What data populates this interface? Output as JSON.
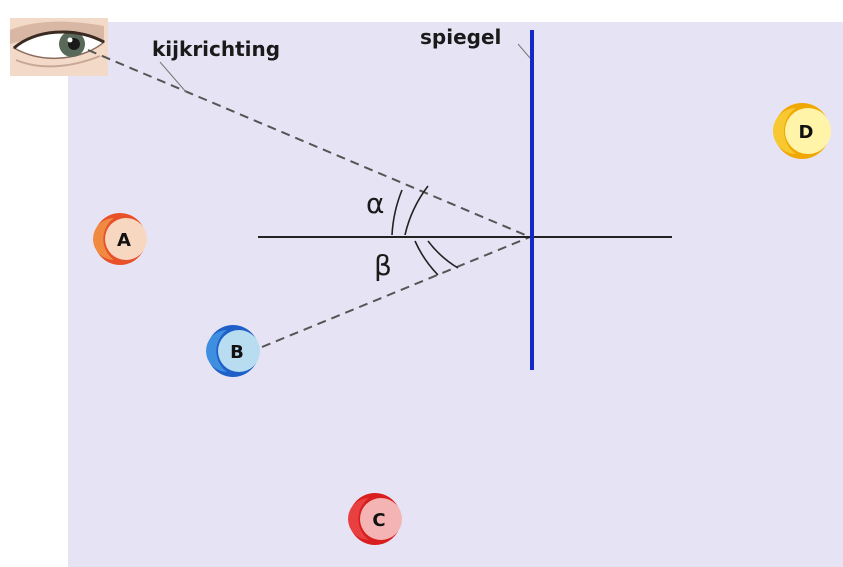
{
  "labels": {
    "viewing_direction": "kijkrichting",
    "mirror": "spiegel",
    "alpha": "α",
    "beta": "β"
  },
  "objects": [
    {
      "id": "A",
      "label": "A",
      "rim": "#e8502a",
      "fill": "#f8d7c0",
      "crescent": "#f08a40"
    },
    {
      "id": "B",
      "label": "B",
      "rim": "#1f5fc8",
      "fill": "#b8dcf0",
      "crescent": "#3e8fe0"
    },
    {
      "id": "C",
      "label": "C",
      "rim": "#d81e1e",
      "fill": "#f4b4b4",
      "crescent": "#e84040"
    },
    {
      "id": "D",
      "label": "D",
      "rim": "#f0a800",
      "fill": "#fff4a8",
      "crescent": "#f8c830"
    }
  ],
  "colors": {
    "background": "#e6e4f4",
    "mirror": "#1428c8",
    "lines": "#222222",
    "dashed": "#555555"
  },
  "icons": {
    "eye": "eye-icon"
  }
}
